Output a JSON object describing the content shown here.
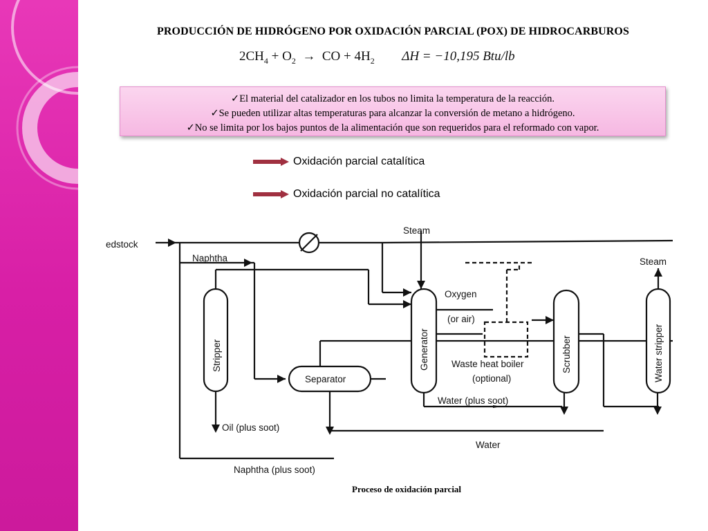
{
  "slide": {
    "title": "PRODUCCIÓN DE HIDRÓGENO POR OXIDACIÓN PARCIAL (POX) DE HIDROCARBUROS",
    "equation": {
      "reactants": "2CH4 + O2",
      "products": "CO + 4H2",
      "enthalpy": "ΔH = −10,195 Btu/lb"
    },
    "callout": [
      "✓El material del catalizador en los tubos no limita la temperatura de la reacción.",
      "✓Se pueden utilizar altas temperaturas para alcanzar la conversión de metano a hidrógeno.",
      "✓No se limita por los bajos puntos de la alimentación que son requeridos para el reformado con vapor."
    ],
    "bullets": [
      {
        "text": "Oxidación parcial catalítica",
        "icon": "right-arrow-icon"
      },
      {
        "text": "Oxidación parcial no catalítica",
        "icon": "right-arrow-icon"
      }
    ],
    "caption": "Proceso de oxidación parcial",
    "colors": {
      "sidebar": "#d81fa6",
      "callout_fill": "#f8c6ea",
      "arrow": "#a03040"
    }
  },
  "diagram": {
    "labels": {
      "feedstock": "edstock",
      "steam_top": "Steam",
      "steam_right": "Steam",
      "naphtha": "Naphtha",
      "stripper": "Stripper",
      "separator": "Separator",
      "generator": "Generator",
      "oxygen": "Oxygen",
      "or_air": "(or air)",
      "waste_heat_boiler": "Waste heat boiler",
      "optional": "(optional)",
      "scrubber": "Scrubber",
      "water_stripper": "Water stripper",
      "water_plus_soot": "Water (plus soot)",
      "water": "Water",
      "oil_plus_soot": "Oil (plus soot)",
      "naphtha_plus_soot": "Naphtha (plus soot)"
    }
  }
}
